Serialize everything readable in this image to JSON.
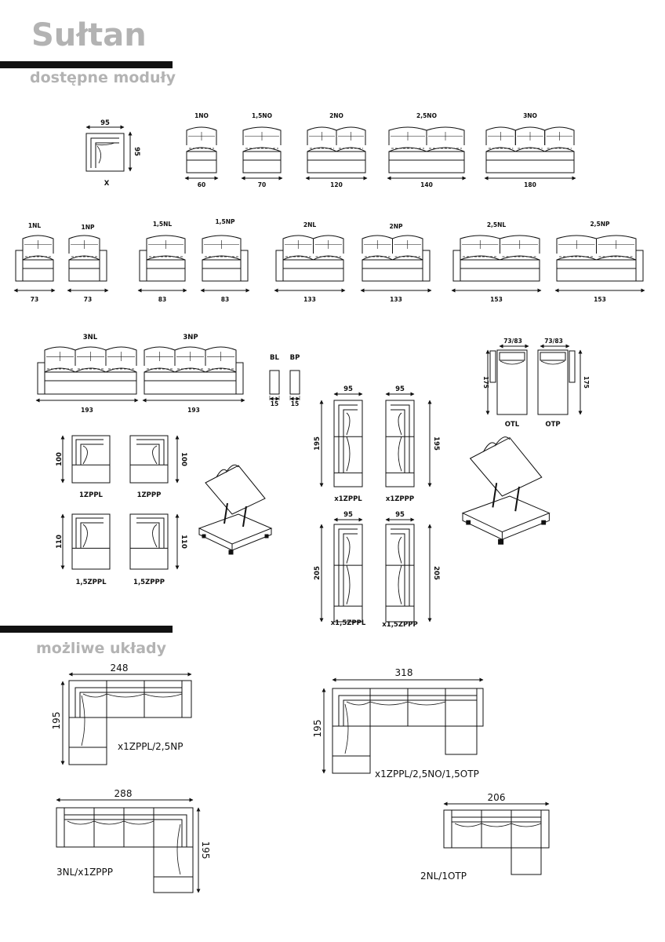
{
  "header": {
    "title": "Sułtan"
  },
  "sections": {
    "modules": "dostępne moduły",
    "layouts": "możliwe układy"
  },
  "modules": {
    "x": {
      "label": "X",
      "width": "95",
      "depth": "95"
    },
    "row1": [
      {
        "label": "1NO",
        "width": "60"
      },
      {
        "label": "1,5NO",
        "width": "70"
      },
      {
        "label": "2NO",
        "width": "120"
      },
      {
        "label": "2,5NO",
        "width": "140"
      },
      {
        "label": "3NO",
        "width": "180"
      }
    ],
    "row2": [
      {
        "label": "1NL",
        "width": "73"
      },
      {
        "label": "1NP",
        "width": "73"
      },
      {
        "label": "1,5NL",
        "width": "83"
      },
      {
        "label": "1,5NP",
        "width": "83"
      },
      {
        "label": "2NL",
        "width": "133"
      },
      {
        "label": "2NP",
        "width": "133"
      },
      {
        "label": "2,5NL",
        "width": "153"
      },
      {
        "label": "2,5NP",
        "width": "153"
      }
    ],
    "row3": [
      {
        "label": "3NL",
        "width": "193"
      },
      {
        "label": "3NP",
        "width": "193"
      }
    ],
    "armrests": [
      {
        "label": "BL",
        "width": "15"
      },
      {
        "label": "BP",
        "width": "15"
      }
    ],
    "ottomans": [
      {
        "label": "OTL",
        "width": "73/83",
        "depth": "175"
      },
      {
        "label": "OTP",
        "width": "73/83",
        "depth": "175"
      }
    ],
    "corners_small": [
      {
        "label": "1ZPPL",
        "depth": "100"
      },
      {
        "label": "1ZPPP",
        "depth": "100"
      },
      {
        "label": "1,5ZPPL",
        "depth": "110"
      },
      {
        "label": "1,5ZPPP",
        "depth": "110"
      }
    ],
    "corners_large": [
      {
        "label": "x1ZPPL",
        "width": "95",
        "depth": "195"
      },
      {
        "label": "x1ZPPP",
        "width": "95",
        "depth": "195"
      },
      {
        "label": "x1,5ZPPL",
        "width": "95",
        "depth": "205"
      },
      {
        "label": "x1,5ZPPP",
        "width": "95",
        "depth": "205"
      }
    ]
  },
  "layouts": [
    {
      "label": "x1ZPPL/2,5NP",
      "width": "248",
      "depth": "195"
    },
    {
      "label": "x1ZPPL/2,5NO/1,5OTP",
      "width": "318",
      "depth": "195"
    },
    {
      "label": "3NL/x1ZPPP",
      "width": "288",
      "depth": "195"
    },
    {
      "label": "2NL/1OTP",
      "width": "206"
    }
  ],
  "colors": {
    "heading": "#b3b3b3",
    "bar": "#111111",
    "line": "#111111"
  }
}
